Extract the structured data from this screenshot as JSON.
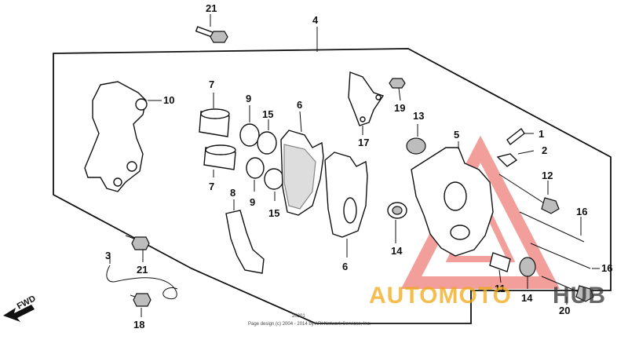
{
  "callouts": {
    "p1": "1",
    "p2": "2",
    "p3": "3",
    "p4": "4",
    "p5": "5",
    "p6a": "6",
    "p6b": "6",
    "p7a": "7",
    "p7b": "7",
    "p8": "8",
    "p9a": "9",
    "p9b": "9",
    "p10": "10",
    "p11": "11",
    "p12": "12",
    "p13": "13",
    "p14a": "14",
    "p14b": "14",
    "p15a": "15",
    "p15b": "15",
    "p16a": "16",
    "p16b": "16",
    "p17": "17",
    "p18": "18",
    "p19": "19",
    "p20": "20",
    "p21a": "21",
    "p21b": "21"
  },
  "direction_label": "FWD",
  "footer": {
    "code": "20301",
    "copyright": "Page design (c) 2004 - 2014 by ARI Network Services, Inc."
  },
  "watermark": {
    "part1": "AUTOMOTO",
    "part2": "HUB",
    "color1": "#e8524a",
    "color2": "#f0a818",
    "color3": "#333333"
  }
}
